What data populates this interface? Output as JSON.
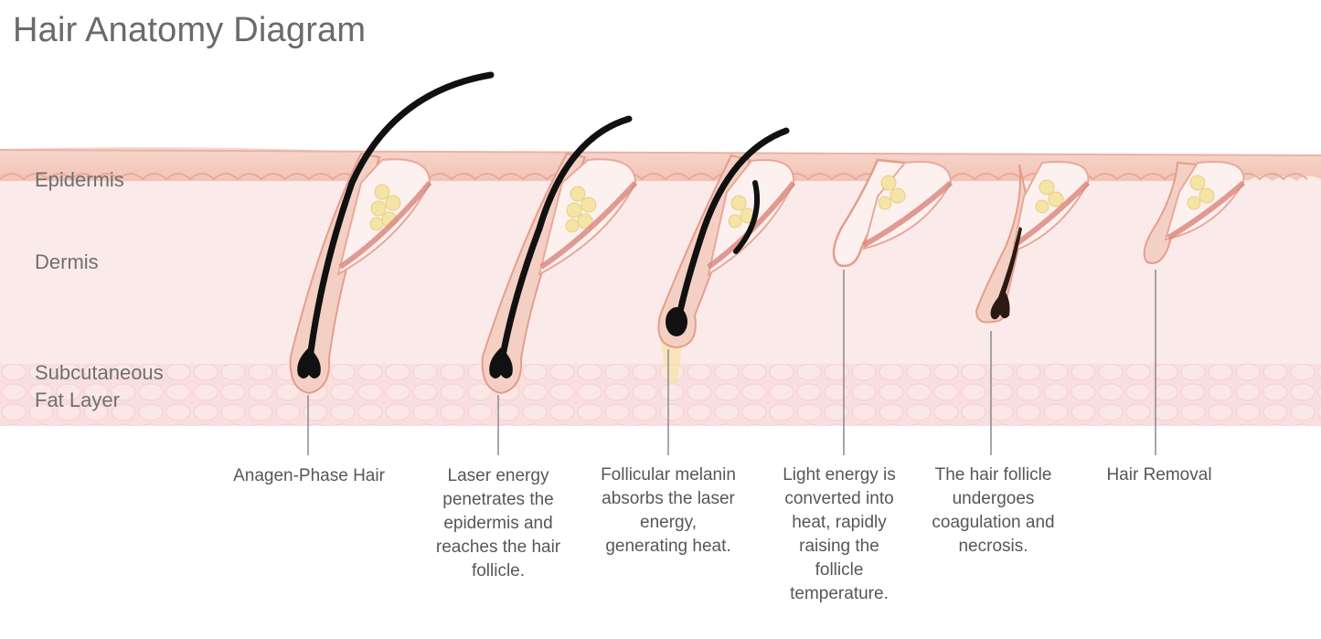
{
  "title": "Hair Anatomy Diagram",
  "layers": {
    "epidermis": "Epidermis",
    "dermis": "Dermis",
    "subcutaneous_line1": "Subcutaneous",
    "subcutaneous_line2": "Fat Layer"
  },
  "stages": [
    {
      "caption": "Anagen-Phase Hair"
    },
    {
      "caption": "Laser energy penetrates the epidermis and reaches the hair follicle."
    },
    {
      "caption": "Follicular melanin absorbs the laser energy, generating heat."
    },
    {
      "caption": "Light energy is converted into heat, rapidly raising the follicle temperature."
    },
    {
      "caption": "The hair follicle undergoes coagulation and necrosis."
    },
    {
      "caption": "Hair Removal"
    }
  ],
  "colors": {
    "epidermis": "#f3c9bd",
    "dermis": "#fbeaea",
    "fat": "#f9dede",
    "follicle": "#f2c2b4",
    "hair": "#111111",
    "gland": "#f4e4a6",
    "muscle": "#d9857a",
    "leader": "#8a8a8a"
  }
}
